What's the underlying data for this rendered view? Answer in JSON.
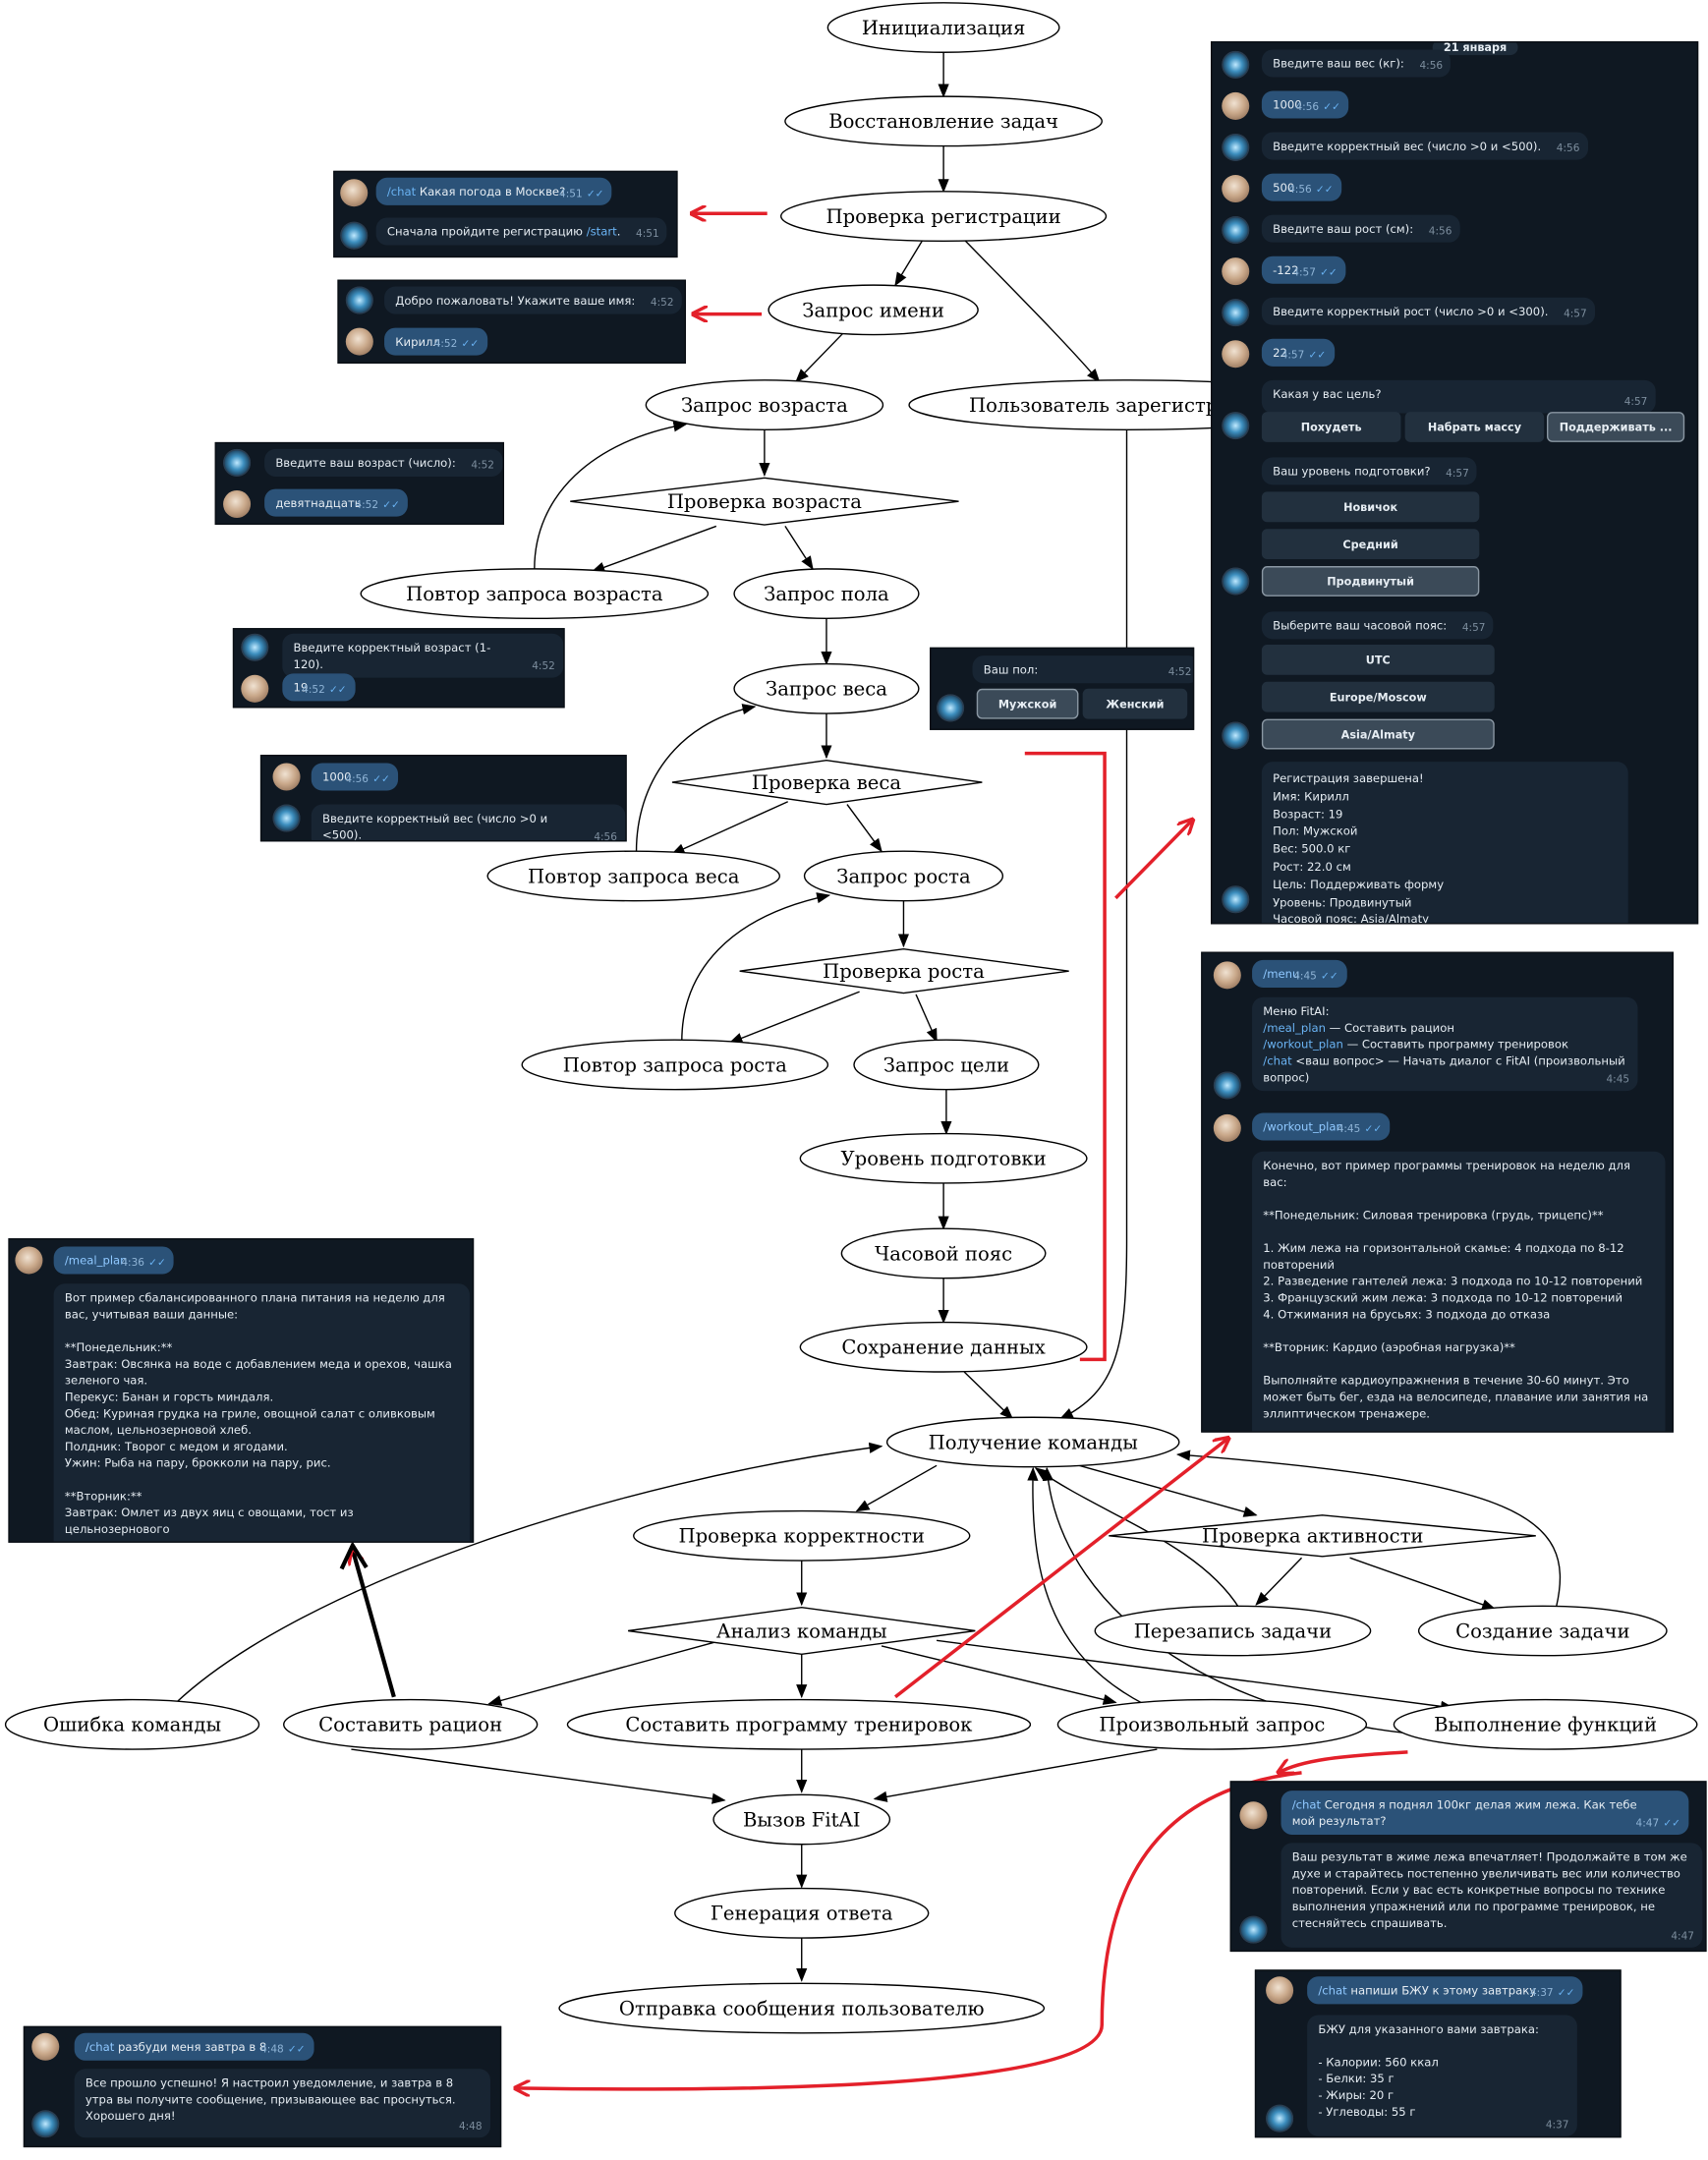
{
  "flowchart": {
    "nodes": [
      {
        "id": "init",
        "label": "Инициализация"
      },
      {
        "id": "restore",
        "label": "Восстановление задач"
      },
      {
        "id": "check_reg",
        "label": "Проверка регистрации"
      },
      {
        "id": "ask_name",
        "label": "Запрос имени"
      },
      {
        "id": "registered",
        "label": "Пользователь зарегистрирован"
      },
      {
        "id": "ask_age",
        "label": "Запрос возраста"
      },
      {
        "id": "check_age",
        "label": "Проверка возраста"
      },
      {
        "id": "repeat_age",
        "label": "Повтор запроса возраста"
      },
      {
        "id": "ask_gender",
        "label": "Запрос пола"
      },
      {
        "id": "ask_weight",
        "label": "Запрос веса"
      },
      {
        "id": "check_weight",
        "label": "Проверка веса"
      },
      {
        "id": "repeat_weight",
        "label": "Повтор запроса веса"
      },
      {
        "id": "ask_height",
        "label": "Запрос роста"
      },
      {
        "id": "check_height",
        "label": "Проверка роста"
      },
      {
        "id": "repeat_height",
        "label": "Повтор запроса роста"
      },
      {
        "id": "ask_goal",
        "label": "Запрос цели"
      },
      {
        "id": "level",
        "label": "Уровень подготовки"
      },
      {
        "id": "timezone",
        "label": "Часовой пояс"
      },
      {
        "id": "save",
        "label": "Сохранение данных"
      },
      {
        "id": "get_cmd",
        "label": "Получение команды"
      },
      {
        "id": "check_valid",
        "label": "Проверка корректности"
      },
      {
        "id": "check_active",
        "label": "Проверка активности"
      },
      {
        "id": "analyze",
        "label": "Анализ команды"
      },
      {
        "id": "reschedule",
        "label": "Перезапись задачи"
      },
      {
        "id": "create_task",
        "label": "Создание задачи"
      },
      {
        "id": "cmd_error",
        "label": "Ошибка команды"
      },
      {
        "id": "meal",
        "label": "Составить рацион"
      },
      {
        "id": "workout",
        "label": "Составить программу тренировок"
      },
      {
        "id": "free_query",
        "label": "Произвольный запрос"
      },
      {
        "id": "exec_func",
        "label": "Выполнение функций"
      },
      {
        "id": "call_ai",
        "label": "Вызов FitAI"
      },
      {
        "id": "gen_answer",
        "label": "Генерация ответа"
      },
      {
        "id": "send_msg",
        "label": "Отправка сообщения пользователю"
      }
    ]
  },
  "chats": {
    "reg_check": {
      "user_msg": {
        "cmd": "/chat",
        "text": " Какая погода в Москве?",
        "time": "4:51"
      },
      "bot_msg": {
        "text": "Сначала пройдите регистрацию ",
        "cmd": "/start",
        "tail": ".",
        "time": "4:51"
      }
    },
    "name": {
      "bot_msg": {
        "text": "Добро пожаловать! Укажите ваше имя:",
        "time": "4:52"
      },
      "user_msg": {
        "text": "Кирилл",
        "time": "4:52"
      }
    },
    "age": {
      "bot_msg": {
        "text": "Введите ваш возраст (число):",
        "time": "4:52"
      },
      "user_msg": {
        "text": "девятнадцать",
        "time": "4:52"
      }
    },
    "age_retry": {
      "bot_msg": {
        "text": "Введите корректный возраст (1-120).",
        "time": "4:52"
      },
      "user_msg": {
        "text": "19",
        "time": "4:52"
      }
    },
    "weight_retry": {
      "user_msg": {
        "text": "1000",
        "time": "4:56"
      },
      "bot_msg": {
        "text": "Введите корректный вес (число >0 и <500).",
        "time": "4:56"
      }
    },
    "gender": {
      "bot_msg": {
        "text": "Ваш пол:",
        "time": "4:52"
      },
      "buttons": [
        "Мужской",
        "Женский"
      ]
    },
    "registration": {
      "date": "21 января",
      "messages": [
        {
          "from": "bot",
          "text": "Введите ваш вес (кг):",
          "time": "4:56"
        },
        {
          "from": "user",
          "text": "1000",
          "time": "4:56"
        },
        {
          "from": "bot",
          "text": "Введите корректный вес (число >0 и <500).",
          "time": "4:56"
        },
        {
          "from": "user",
          "text": "500",
          "time": "4:56"
        },
        {
          "from": "bot",
          "text": "Введите ваш рост (см):",
          "time": "4:56"
        },
        {
          "from": "user",
          "text": "-122",
          "time": "4:57"
        },
        {
          "from": "bot",
          "text": "Введите корректный рост (число >0 и <300).",
          "time": "4:57"
        },
        {
          "from": "user",
          "text": "22",
          "time": "4:57"
        }
      ],
      "goal": {
        "text": "Какая у вас цель?",
        "time": "4:57",
        "buttons": [
          "Похудеть",
          "Набрать массу",
          "Поддерживать ..."
        ]
      },
      "level": {
        "text": "Ваш уровень подготовки?",
        "time": "4:57",
        "buttons": [
          "Новичок",
          "Средний",
          "Продвинутый"
        ]
      },
      "tz": {
        "text": "Выберите ваш часовой пояс:",
        "time": "4:57",
        "buttons": [
          "UTC",
          "Europe/Moscow",
          "Asia/Almaty"
        ]
      },
      "summary": [
        "Регистрация завершена!",
        "Имя: Кирилл",
        "Возраст: 19",
        "Пол: Мужской",
        "Вес: 500.0 кг",
        "Рост: 22.0 см",
        "Цель: Поддерживать форму",
        "Уровень: Продвинутый",
        "Часовой пояс: Asia/Almaty"
      ]
    },
    "menu": {
      "user_cmd": {
        "cmd": "/menu",
        "time": "4:45"
      },
      "menu_lines": [
        {
          "text": "Меню FitAI:"
        },
        {
          "cmd": "/meal_plan",
          "text": " — Составить рацион"
        },
        {
          "cmd": "/workout_plan",
          "text": " — Составить программу тренировок"
        },
        {
          "cmd": "/chat",
          "text": " <ваш вопрос> — Начать диалог с FitAI (произвольный вопрос)"
        }
      ],
      "menu_time": "4:45",
      "user_cmd2": {
        "cmd": "/workout_plan",
        "time": "4:45"
      },
      "workout_text": "Конечно, вот пример программы тренировок на неделю для вас:\n\n**Понедельник: Силовая тренировка (грудь, трицепс)**\n\n1. Жим лежа на горизонтальной скамье: 4 подхода по 8-12 повторений\n2. Разведение гантелей лежа: 3 подхода по 10-12 повторений\n3. Французский жим лежа: 3 подхода по 10-12 повторений\n4. Отжимания на брусьях: 3 подхода до отказа\n\n**Вторник: Кардио (аэробная нагрузка)**\n\nВыполняйте кардиоупражнения в течение 30-60 минут. Это может быть бег, езда на велосипеде, плавание или занятия на эллиптическом тренажере."
    },
    "meal": {
      "user_cmd": {
        "cmd": "/meal_plan",
        "time": "4:36"
      },
      "meal_text": "Вот пример сбалансированного плана питания на неделю для вас, учитывая ваши данные:\n\n**Понедельник:**\nЗавтрак: Овсянка на воде с добавлением меда и орехов, чашка зеленого чая.\nПерекус: Банан и горсть миндаля.\nОбед: Куриная грудка на гриле, овощной салат с оливковым маслом, цельнозерновой хлеб.\nПолдник: Творог с медом и ягодами.\nУжин: Рыба на пару, брокколи на пару, рис.\n\n**Вторник:**\nЗавтрак: Омлет из двух яиц с овощами, тост из цельнозернового"
    },
    "free": {
      "user_msg": {
        "cmd": "/chat",
        "text": " Сегодня я поднял 100кг делая жим лежа. Как тебе мой результат?",
        "time": "4:47"
      },
      "bot_text": "Ваш результат в жиме лежа впечатляет! Продолжайте в том же духе и старайтесь постепенно увеличивать вес или количество повторений. Если у вас есть конкретные вопросы по технике выполнения упражнений или по программе тренировок, не стесняйтесь спрашивать.",
      "bot_time": "4:47"
    },
    "macros": {
      "user_msg": {
        "cmd": "/chat",
        "text": " напиши БЖУ к этому завтраку",
        "time": "4:37"
      },
      "bot_text": "БЖУ для указанного вами завтрака:\n\n- Калории: 560 ккал\n- Белки: 35 г\n- Жиры: 20 г\n- Углеводы: 55 г",
      "bot_time": "4:37"
    },
    "wake": {
      "user_msg": {
        "cmd": "/chat",
        "text": " разбуди меня завтра в 8",
        "time": "4:48"
      },
      "bot_text": "Все прошло успешно! Я настроил уведомление, и завтра в 8 утра вы получите сообщение, призывающее вас проснуться. Хорошего дня!",
      "bot_time": "4:48"
    }
  },
  "colors": {
    "arrow_red": "#e3202a",
    "panel_bg": "#0f1822",
    "bubble_out": "#2b5278",
    "bubble_in": "#182533",
    "link": "#6ab3f3"
  }
}
